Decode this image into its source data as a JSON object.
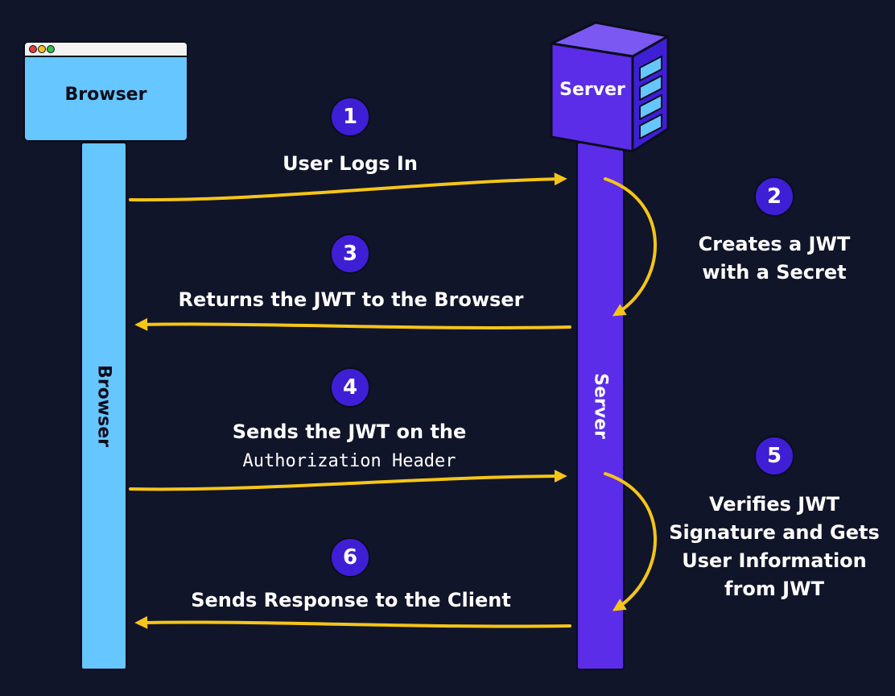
{
  "colors": {
    "background": "#11152a",
    "browser": "#66c6ff",
    "server": "#5b2de8",
    "badge": "#3e1fd6",
    "arrow": "#f5c518",
    "text": "#ffffff"
  },
  "browser": {
    "window_label": "Browser",
    "lifeline_label": "Browser"
  },
  "server": {
    "box_label": "Server",
    "lifeline_label": "Server"
  },
  "steps": [
    {
      "number": "1",
      "label": "User Logs In"
    },
    {
      "number": "2",
      "label_line1": "Creates a JWT",
      "label_line2": "with a Secret"
    },
    {
      "number": "3",
      "label": "Returns the JWT to the Browser"
    },
    {
      "number": "4",
      "label_line1": "Sends the JWT on the",
      "label_line2": "Authorization Header"
    },
    {
      "number": "5",
      "label_line1": "Verifies JWT",
      "label_line2": "Signature and Gets",
      "label_line3": "User Information",
      "label_line4": "from JWT"
    },
    {
      "number": "6",
      "label": "Sends Response to the Client"
    }
  ]
}
